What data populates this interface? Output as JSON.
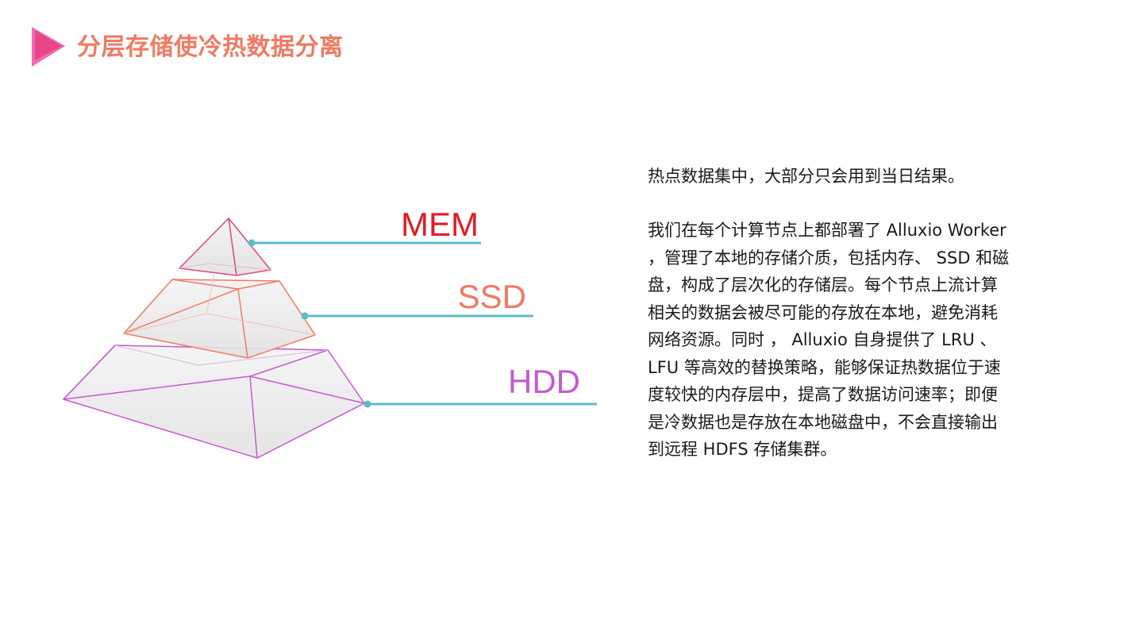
{
  "page": {
    "title": "分层存储使冷热数据分离"
  },
  "colors": {
    "title": "#f07a63",
    "logo_back": "#f06bb5",
    "logo_front": "#e8407e",
    "connector": "#5bbdc4",
    "mem": "#e31b23",
    "mem_edge": "#e0457e",
    "ssd": "#f07a63",
    "hdd": "#c45ad0",
    "tier_fill": "#e6e6e6"
  },
  "diagram": {
    "tiers": [
      {
        "id": "mem",
        "label": "MEM"
      },
      {
        "id": "ssd",
        "label": "SSD"
      },
      {
        "id": "hdd",
        "label": "HDD"
      }
    ]
  },
  "content": {
    "paragraph_1": "热点数据集中，大部分只会用到当日结果。",
    "paragraph_2": "我们在每个计算节点上都部署了 Alluxio Worker ，管理了本地的存储介质，包括内存、 SSD 和磁盘，构成了层次化的存储层。每个节点上流计算相关的数据会被尽可能的存放在本地，避免消耗网络资源。同时 ， Alluxio 自身提供了 LRU 、 LFU 等高效的替换策略，能够保证热数据位于速度较快的内存层中，提高了数据访问速率；即便是冷数据也是存放在本地磁盘中，不会直接输出到远程 HDFS 存储集群。"
  }
}
